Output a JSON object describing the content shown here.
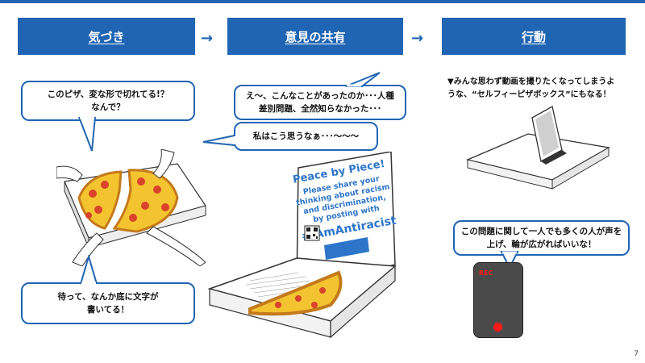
{
  "headers": {
    "step1": "気づき",
    "step2": "意見の共有",
    "step3": "行動",
    "arrow": "→"
  },
  "bubbles": {
    "pizza_question": [
      "このピザ、変な形で切れてる!？",
      "なんで？"
    ],
    "bottom_text": [
      "待って、なんか底に文字が",
      "書いてる！"
    ],
    "racism": [
      "え〜、こんなことがあったのか･･･人種",
      "差別問題、全然知らなかった･･･"
    ],
    "opinion": [
      "私はこう思うなぁ･･･〜〜〜"
    ],
    "voice": [
      "この問題に関して一人でも多くの人が声を",
      "上げ、輪が広がればいいな！"
    ]
  },
  "caption": [
    "▼みんな思わず動画を撮りたくなってしまうよ",
    "うな、“セルフィーピザボックス”にもなる！"
  ],
  "pizza_box": {
    "title": "Peace by Piece!",
    "lines": [
      "Please share your",
      "thinking about racism",
      "and discrimination,",
      "by posting with"
    ],
    "hashtag": "#IAmAntiracist"
  },
  "phone": {
    "rec_label": "REC"
  },
  "page_number": "7",
  "colors": {
    "accent": "#1f65b3",
    "cheese": "#f4c430",
    "pepperoni": "#d9432b",
    "rec": "#ff1a1a"
  }
}
